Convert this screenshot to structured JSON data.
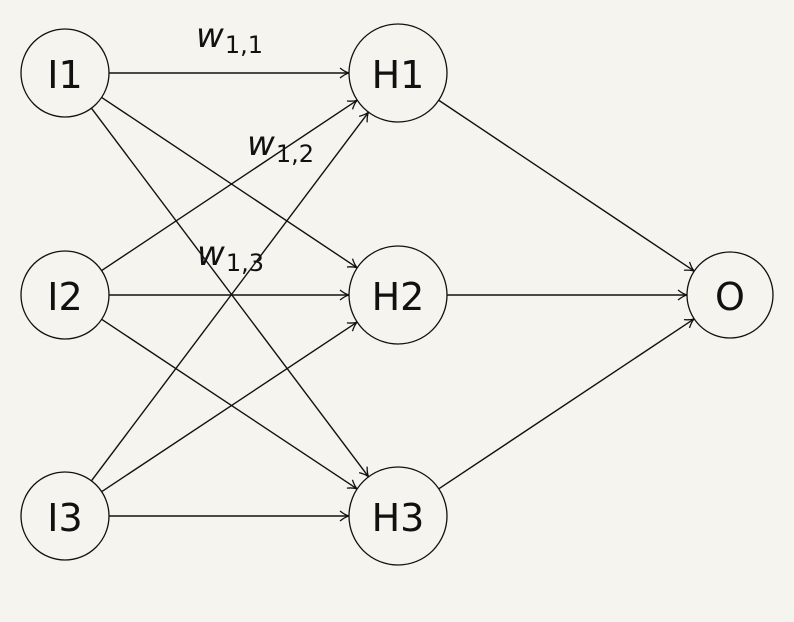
{
  "diagram": {
    "title": "Neural network diagram",
    "nodes": [
      {
        "id": "I1",
        "label": "I1",
        "layer": "input"
      },
      {
        "id": "I2",
        "label": "I2",
        "layer": "input"
      },
      {
        "id": "I3",
        "label": "I3",
        "layer": "input"
      },
      {
        "id": "H1",
        "label": "H1",
        "layer": "hidden"
      },
      {
        "id": "H2",
        "label": "H2",
        "layer": "hidden"
      },
      {
        "id": "H3",
        "label": "H3",
        "layer": "hidden"
      },
      {
        "id": "O",
        "label": "O",
        "layer": "output"
      }
    ],
    "edges": [
      {
        "from": "I1",
        "to": "H1"
      },
      {
        "from": "I1",
        "to": "H2"
      },
      {
        "from": "I1",
        "to": "H3"
      },
      {
        "from": "I2",
        "to": "H1"
      },
      {
        "from": "I2",
        "to": "H2"
      },
      {
        "from": "I2",
        "to": "H3"
      },
      {
        "from": "I3",
        "to": "H1"
      },
      {
        "from": "I3",
        "to": "H2"
      },
      {
        "from": "I3",
        "to": "H3"
      },
      {
        "from": "H1",
        "to": "O"
      },
      {
        "from": "H2",
        "to": "O"
      },
      {
        "from": "H3",
        "to": "O"
      }
    ],
    "weight_labels": [
      {
        "symbol": "w",
        "subscript": "1,1",
        "edge": "I1-H1"
      },
      {
        "symbol": "w",
        "subscript": "1,2",
        "edge": "I1-H2"
      },
      {
        "symbol": "w",
        "subscript": "1,3",
        "edge": "I1-H3"
      }
    ]
  }
}
